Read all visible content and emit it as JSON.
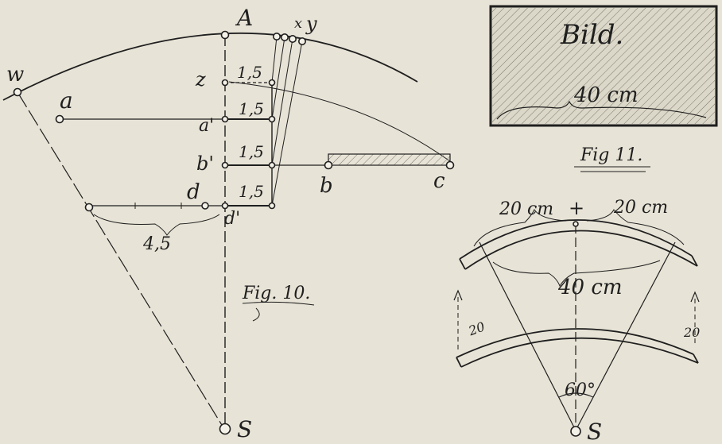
{
  "fig10": {
    "caption": "Fig. 10.",
    "points": {
      "A": "A",
      "x": "x",
      "y": "y",
      "w": "w",
      "z": "z",
      "a": "a",
      "a_prime": "a'",
      "b_prime": "b'",
      "b": "b",
      "c": "c",
      "d": "d",
      "d_prime": "d'",
      "S": "S"
    },
    "measures": {
      "z": "1,5",
      "a": "1,5",
      "b": "1,5",
      "d": "1,5",
      "wd": "4,5"
    }
  },
  "bild": {
    "title": "Bild.",
    "width": "40 cm"
  },
  "fig11": {
    "caption": "Fig 11.",
    "top_left": "20 cm",
    "plus": "+",
    "top_right": "20 cm",
    "middle": "40 cm",
    "thick_left": "20",
    "thick_right": "20",
    "angle": "60°",
    "S": "S"
  },
  "colors": {
    "paper": "#e7e3d6",
    "ink": "#1f1f1f",
    "frame_fill": "#dcd8c9"
  }
}
